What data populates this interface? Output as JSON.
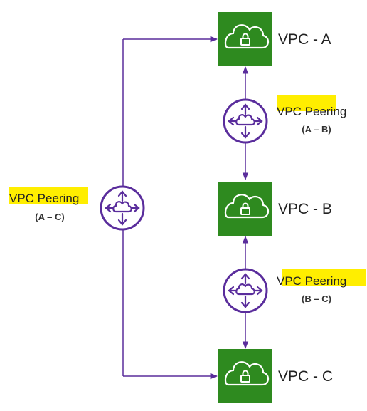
{
  "colors": {
    "vpc_box": "#2e8a1f",
    "connector": "#5a2d9c",
    "highlight": "#ffee00",
    "text": "#222222"
  },
  "vpcs": [
    {
      "id": "a",
      "label": "VPC - A",
      "icon": "vpc-cloud-lock-icon"
    },
    {
      "id": "b",
      "label": "VPC - B",
      "icon": "vpc-cloud-lock-icon"
    },
    {
      "id": "c",
      "label": "VPC - C",
      "icon": "vpc-cloud-lock-icon"
    }
  ],
  "peerings": [
    {
      "id": "ab",
      "label": "VPC Peering",
      "pair": "(A – B)",
      "icon": "peering-connection-icon"
    },
    {
      "id": "bc",
      "label": "VPC Peering",
      "pair": "(B – C)",
      "icon": "peering-connection-icon"
    },
    {
      "id": "ac",
      "label": "VPC Peering",
      "pair": "(A – C)",
      "icon": "peering-connection-icon"
    }
  ]
}
